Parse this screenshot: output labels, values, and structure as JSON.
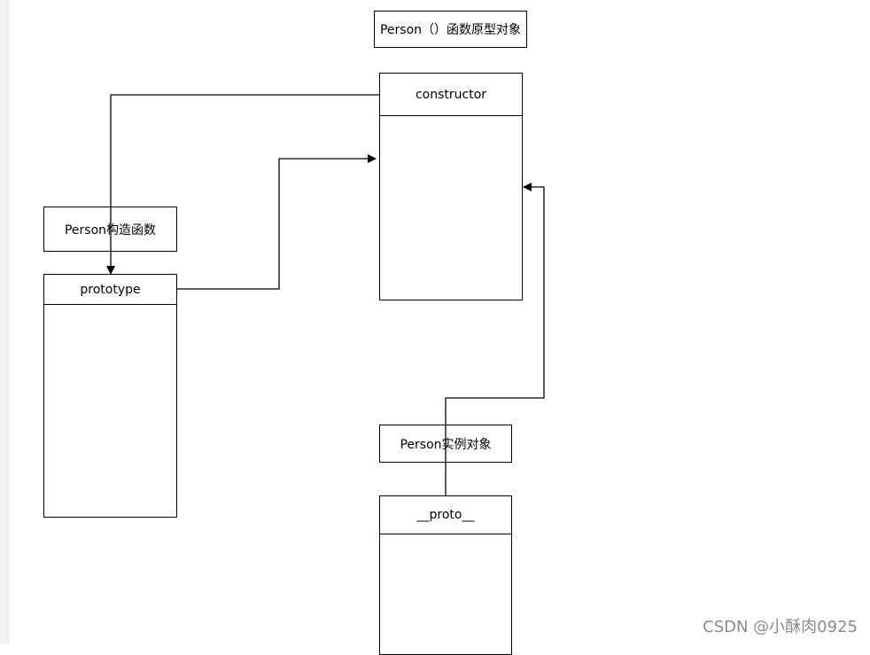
{
  "diagram": {
    "prototype_object_title": "Person（）函数原型对象",
    "constructor_label": "constructor",
    "constructor_function_title": "Person构造函数",
    "prototype_label": "prototype",
    "instance_title": "Person实例对象",
    "proto_label": "__proto__"
  },
  "watermark": "CSDN @小酥肉0925"
}
